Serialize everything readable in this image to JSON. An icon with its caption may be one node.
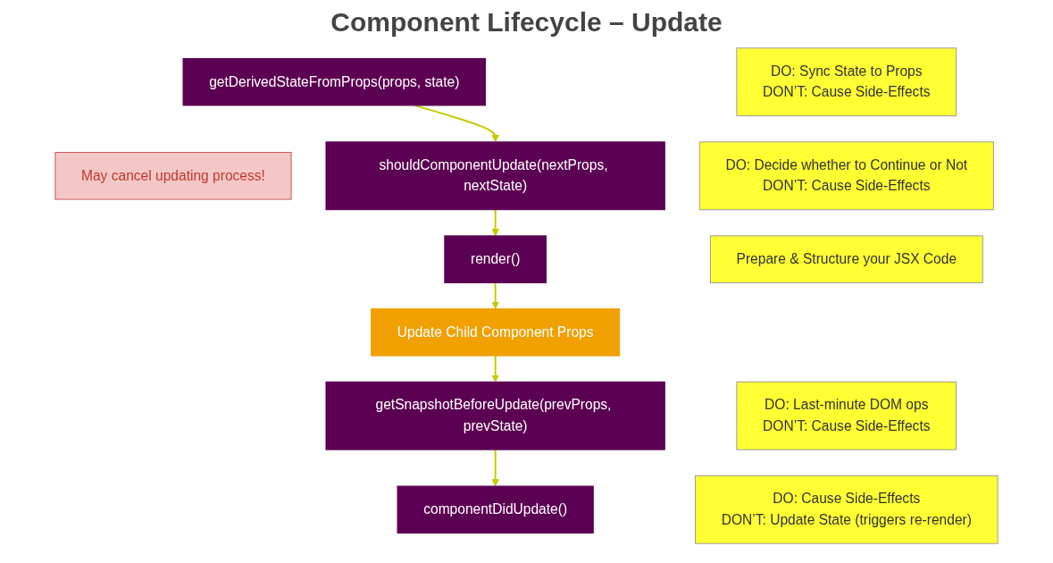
{
  "diagram": {
    "title": "Component Lifecycle – Update",
    "nodes": [
      {
        "text": [
          "getDerivedStateFromProps(props, state)"
        ]
      },
      {
        "text": [
          "DO: Sync State to Props",
          "DON’T: Cause Side-Effects"
        ]
      },
      {
        "text": [
          "May cancel updating process!"
        ]
      },
      {
        "text": [
          "shouldComponentUpdate(nextProps, nextState)"
        ]
      },
      {
        "text": [
          "DO: Decide whether to Continue or Not",
          "DON’T: Cause Side-Effects"
        ]
      },
      {
        "text": [
          "render()"
        ]
      },
      {
        "text": [
          "Prepare & Structure your JSX Code"
        ]
      },
      {
        "text": [
          "Update Child Component Props"
        ]
      },
      {
        "text": [
          "getSnapshotBeforeUpdate(prevProps, prevState)"
        ]
      },
      {
        "text": [
          "DO: Last-minute DOM ops",
          "DON’T: Cause Side-Effects"
        ]
      },
      {
        "text": [
          "componentDidUpdate()"
        ]
      },
      {
        "text": [
          "DO: Cause Side-Effects",
          "DON’T: Update State (triggers re-render)"
        ]
      }
    ],
    "edges": [
      {
        "from": 0,
        "to": 3,
        "arrow": "to"
      },
      {
        "from": 3,
        "to": 5,
        "arrow": "to"
      },
      {
        "from": 5,
        "to": 7,
        "arrow": "to"
      },
      {
        "from": 7,
        "to": 8,
        "arrow": "to"
      },
      {
        "from": 8,
        "to": 10,
        "arrow": "to"
      }
    ]
  }
}
